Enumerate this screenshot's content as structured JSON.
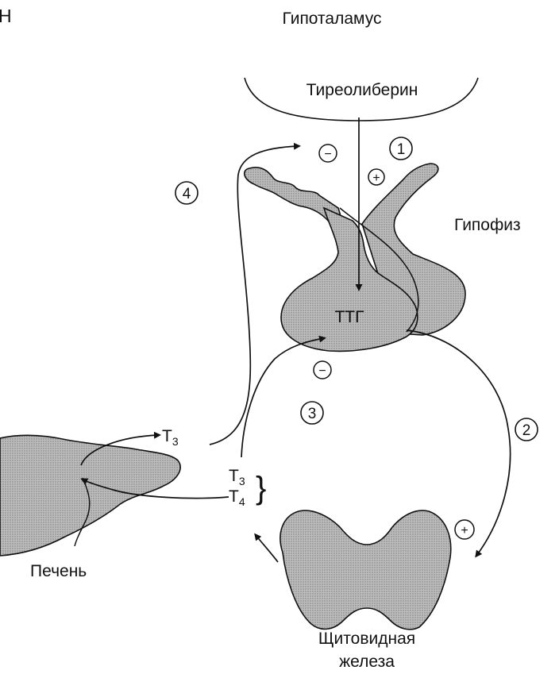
{
  "corner_letter": "Н",
  "labels": {
    "hypothalamus": "Гипоталамус",
    "releasing_hormone": "Тиреолиберин",
    "pituitary": "Гипофиз",
    "tsh": "ТТГ",
    "liver": "Печень",
    "thyroid_line1": "Щитовидная",
    "thyroid_line2": "железа"
  },
  "hormones": {
    "t": "T",
    "sub3": "3",
    "sub4": "4",
    "brace": "}"
  },
  "steps": [
    "1",
    "2",
    "3",
    "4"
  ],
  "signs": {
    "minus": "−",
    "plus": "+"
  },
  "colors": {
    "organ_fill": "#a9a9a9",
    "ink": "#111111"
  }
}
